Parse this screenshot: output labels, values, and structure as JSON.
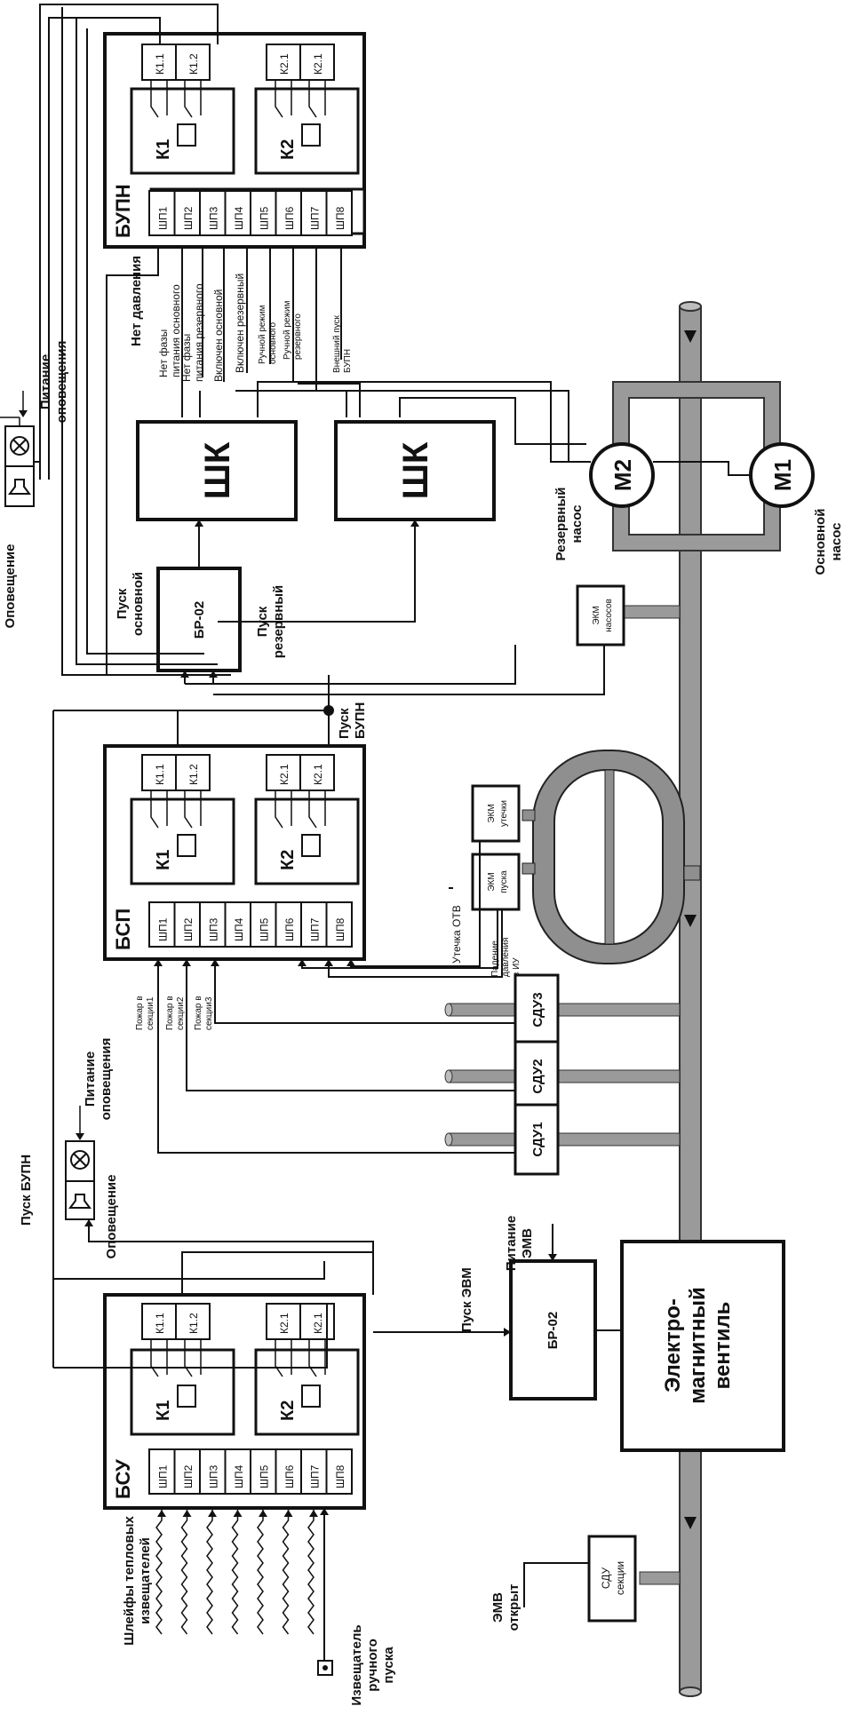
{
  "blocks": {
    "bupn": "БУПН",
    "bsp": "БСП",
    "bsu": "БСУ",
    "relay_k1": "К1",
    "relay_k2": "К2",
    "contacts": [
      "К1.1",
      "К1.2",
      "К2.1",
      "К2.1"
    ],
    "ports": [
      "ШП1",
      "ШП2",
      "ШП3",
      "ШП4",
      "ШП5",
      "ШП6",
      "ШП7",
      "ШП8"
    ],
    "shk": "ШК",
    "br02": "БР-02",
    "valve": "Электро-\nмагнитный\nвентиль",
    "motor_main": "М1",
    "motor_reserve": "М2"
  },
  "labels": {
    "notification": "Оповещение",
    "notification_power": "Питание\nоповещения",
    "no_pressure": "Нет давления",
    "no_phase_main": "Нет фазы\nпитания основного",
    "no_phase_reserve": "Нет фазы\nпитания резервного",
    "main_on": "Включен основной",
    "reserve_on": "Включен резервный",
    "manual_main": "Ручной режим\nосновного",
    "manual_reserve": "Ручной режим\nрезервного",
    "ext_start": "Внешний пуск\nБУПН",
    "start_main": "Пуск\nосновной",
    "start_reserve": "Пуск\nрезервный",
    "reserve_pump": "Резервный\nнасос",
    "main_pump": "Основной\nнасос",
    "ekm_pumps": "ЭКМ\nнасосов",
    "start_bupn": "Пуск\nБУПН",
    "ekm_leak": "ЭКМ\nутечки",
    "ekm_start": "ЭКМ\nпуска",
    "leak_otv": "Утечка ОТВ",
    "pressure_drop": "Падение\nдавления\nв ИУ",
    "fire1": "Пожар в\nсекции1",
    "fire2": "Пожар в\nсекции2",
    "fire3": "Пожар в\nсекции3",
    "sdu1": "СДУ1",
    "sdu2": "СДУ2",
    "sdu3": "СДУ3",
    "start_bupn_left": "Пуск БУПН",
    "start_evm": "Пуск ЭВМ",
    "evm_power": "Питание\nЭМВ",
    "heat_loops": "Шлейфы тепловых\nизвещателей",
    "manual_detector": "Извещатель\nручного\nпуска",
    "emv_open": "ЭМВ\nоткрыт",
    "sdu_section": "СДУ\nсекции"
  }
}
